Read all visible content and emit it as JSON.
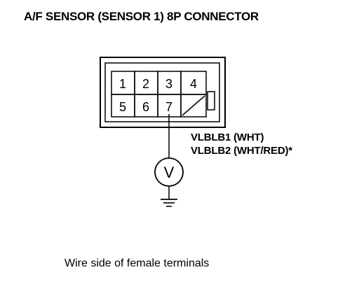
{
  "title": "A/F SENSOR (SENSOR 1) 8P CONNECTOR",
  "connector": {
    "top_row": [
      "1",
      "2",
      "3",
      "4"
    ],
    "bottom_row": [
      "5",
      "6",
      "7"
    ]
  },
  "meter_symbol": "V",
  "wire_labels": [
    "VLBLB1 (WHT)",
    "VLBLB2 (WHT/RED)*"
  ],
  "caption": "Wire side of female terminals"
}
